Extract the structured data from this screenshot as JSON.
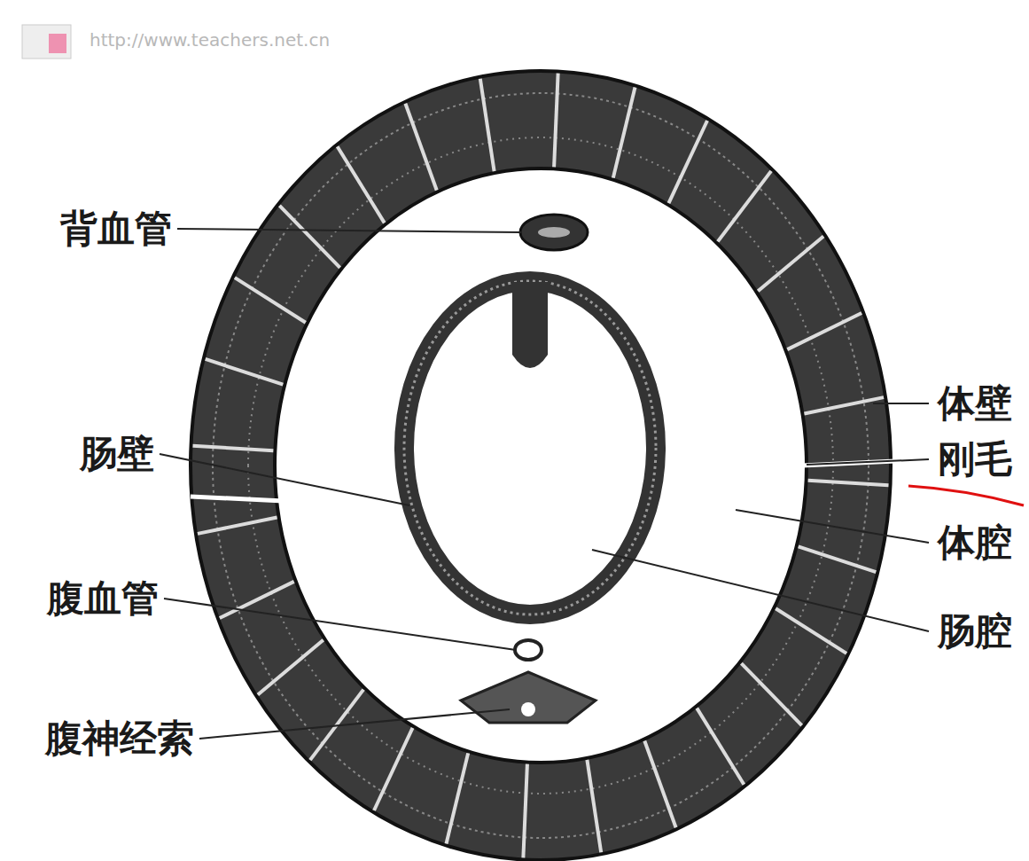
{
  "diagram": {
    "labels": [
      "http://www.teachers.net.cn",
      "背血管",
      "肠壁",
      "腹血管",
      "腹神经索",
      "体壁",
      "刚毛",
      "体腔",
      "肠腔"
    ]
  }
}
